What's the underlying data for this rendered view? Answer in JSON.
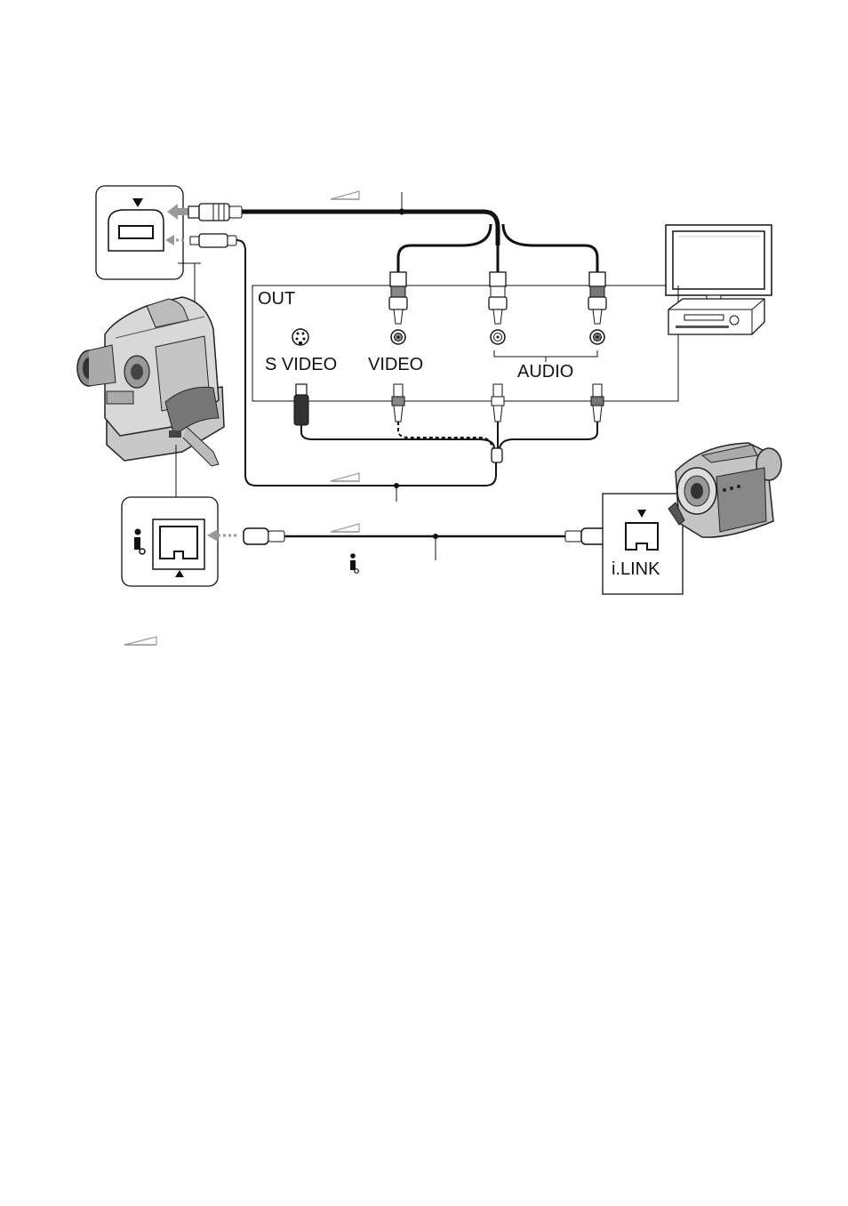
{
  "diagram": {
    "panel_out_label": "OUT",
    "jack_svideo_label": "S VIDEO",
    "jack_video_label": "VIDEO",
    "jack_audio_label": "AUDIO",
    "ilink_label": "i.LINK",
    "ilink_symbol": "i",
    "signal_flow_icon": "open-arrow-icon",
    "colors": {
      "line": "#111111",
      "arrow": "#9a9a9a",
      "device_fill": "#d9d9d9",
      "device_dark": "#555555"
    }
  }
}
